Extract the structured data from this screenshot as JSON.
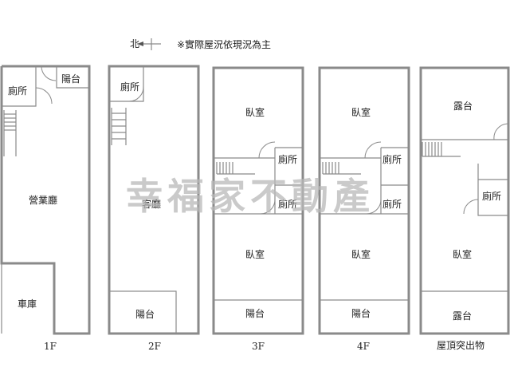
{
  "header": {
    "compass_label": "北",
    "note": "※實際屋況依現況為主"
  },
  "watermark": "幸福家不動產",
  "floors": [
    {
      "label": "1F",
      "rooms": {
        "toilet": "廁所",
        "balcony": "陽台",
        "business_hall": "營業廳",
        "garage": "車庫"
      }
    },
    {
      "label": "2F",
      "rooms": {
        "toilet": "廁所",
        "living_room": "客廳",
        "balcony": "陽台"
      }
    },
    {
      "label": "3F",
      "rooms": {
        "bedroom_front": "臥室",
        "toilet_1": "廁所",
        "toilet_2": "廁所",
        "bedroom_back": "臥室",
        "balcony": "陽台"
      }
    },
    {
      "label": "4F",
      "rooms": {
        "bedroom_front": "臥室",
        "toilet_1": "廁所",
        "toilet_2": "廁所",
        "bedroom_back": "臥室",
        "balcony": "陽台"
      }
    },
    {
      "label": "屋頂突出物",
      "rooms": {
        "terrace_front": "露台",
        "toilet": "廁所",
        "bedroom": "臥室",
        "terrace_back": "露台"
      }
    }
  ]
}
